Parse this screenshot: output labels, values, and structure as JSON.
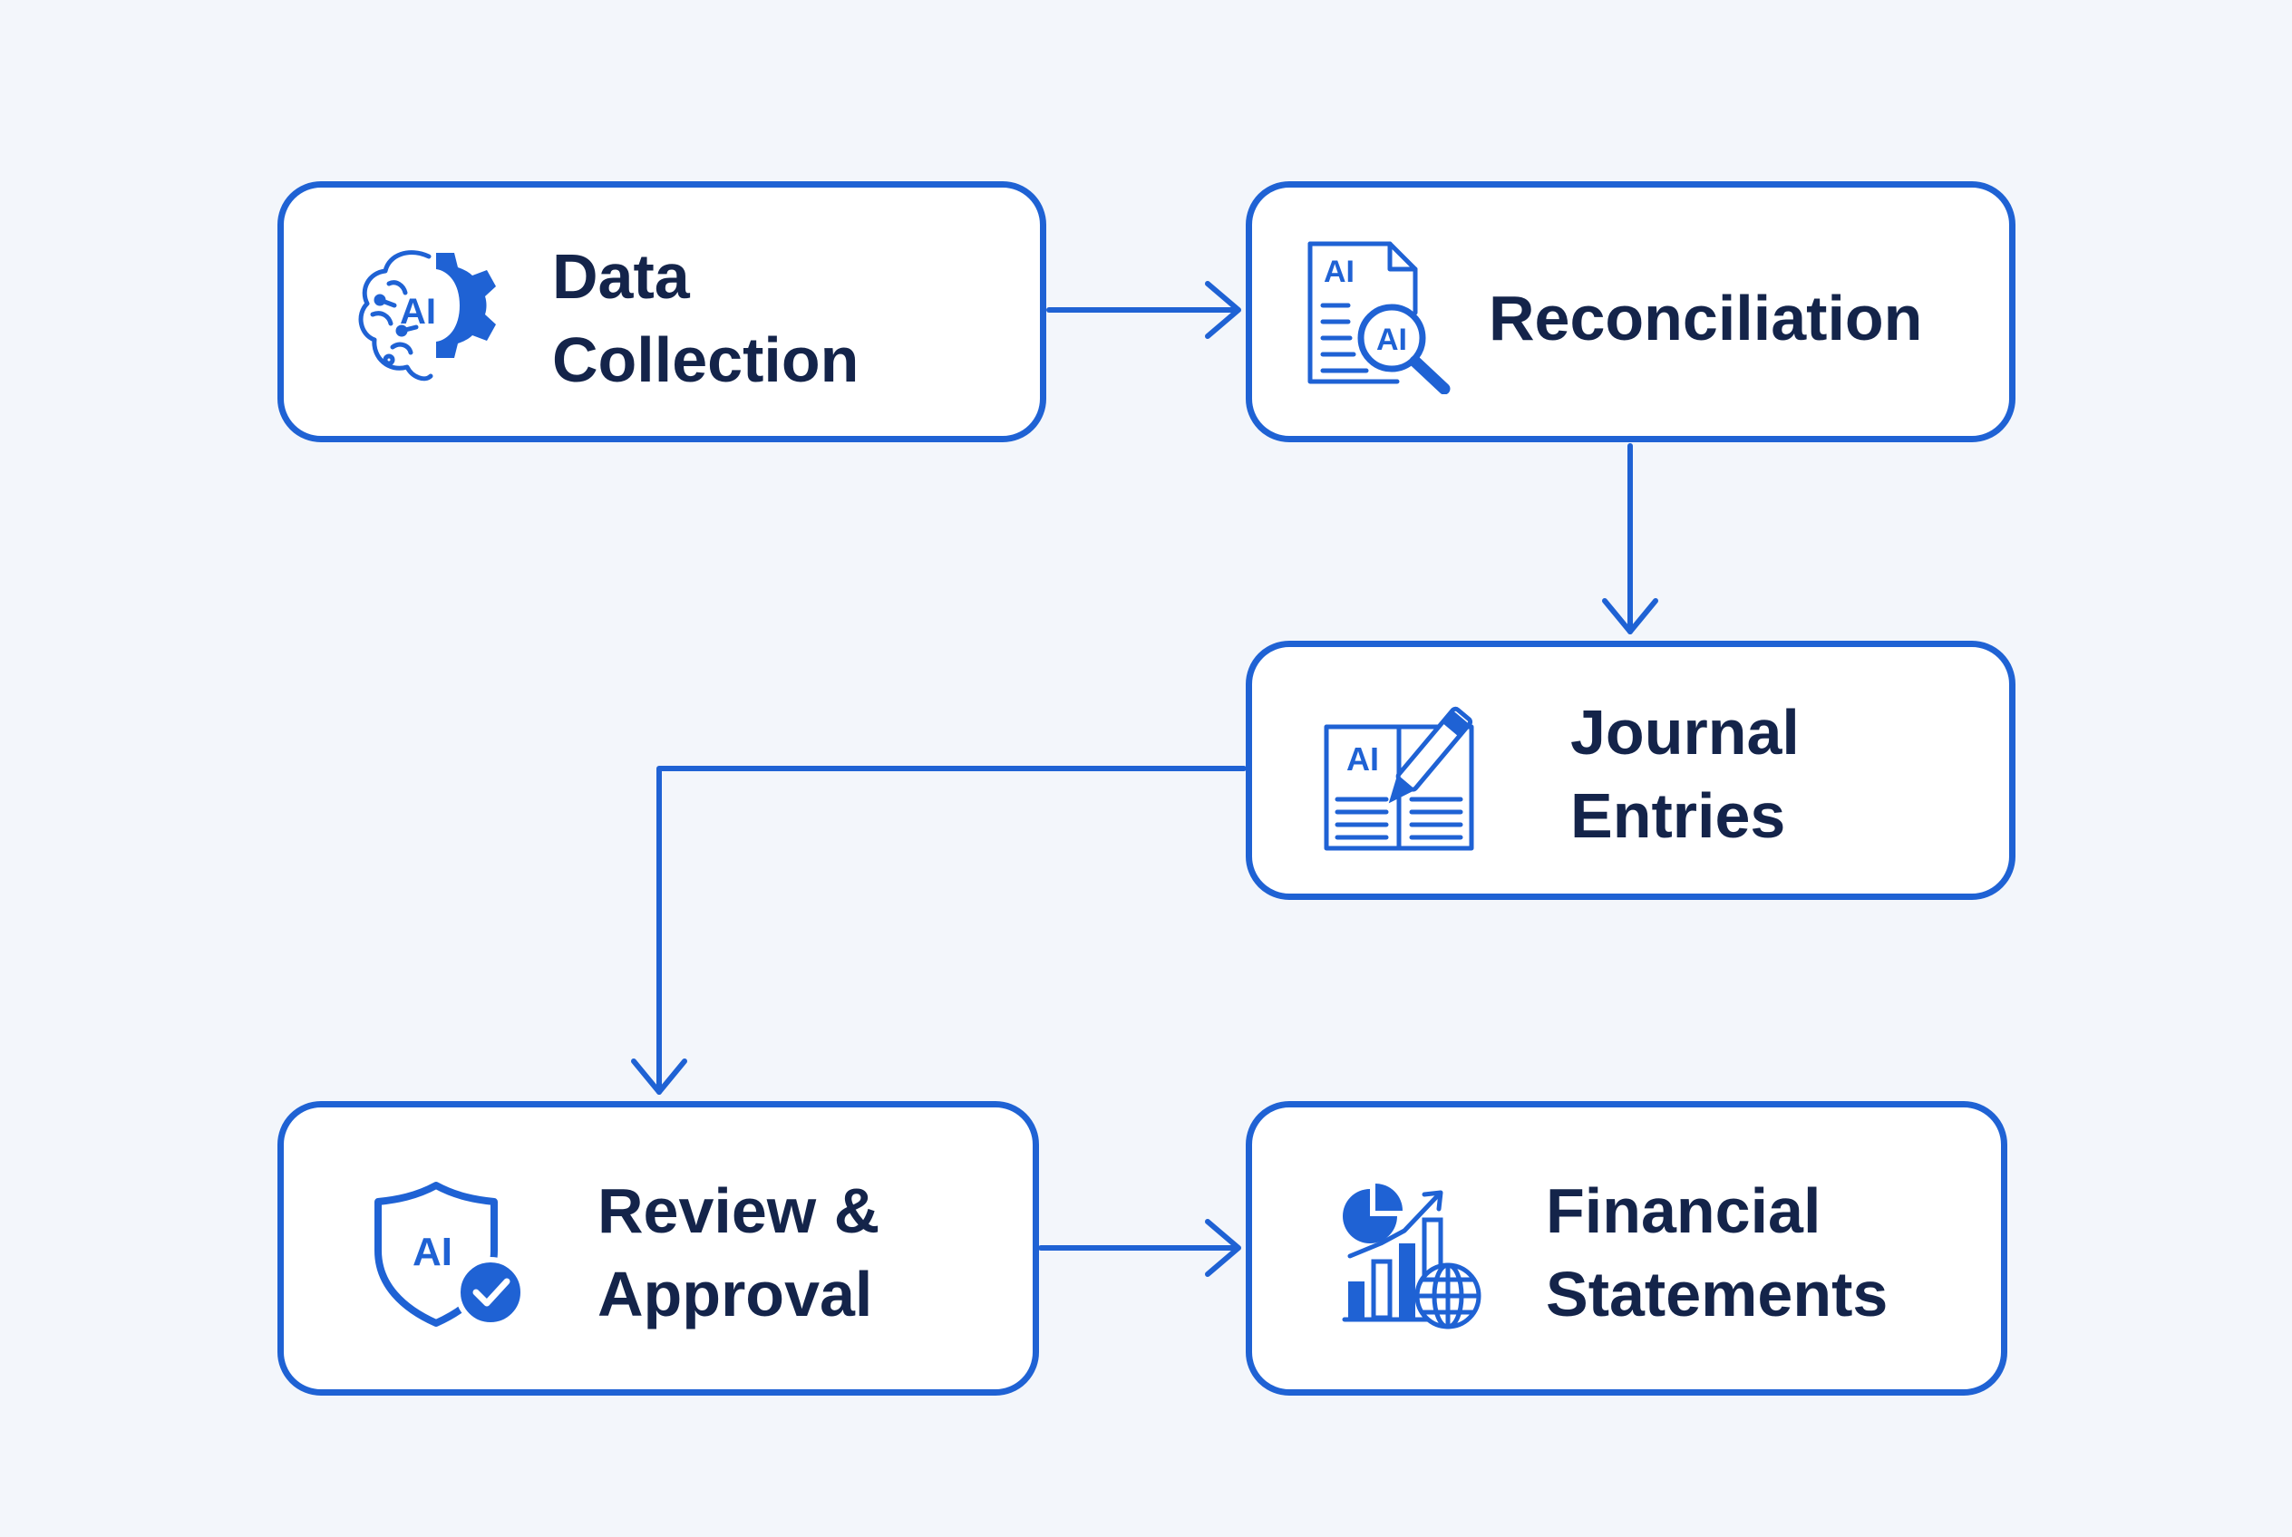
{
  "diagram": {
    "accent_color": "#1f62d4",
    "text_color": "#14244a",
    "background_color": "#f3f6fb",
    "nodes": [
      {
        "id": "data-collection",
        "label": "Data\nCollection",
        "icon": "ai-brain-gear-icon"
      },
      {
        "id": "reconciliation",
        "label": "Reconciliation",
        "icon": "ai-document-magnifier-icon"
      },
      {
        "id": "journal-entries",
        "label": "Journal\nEntries",
        "icon": "ai-ledger-pen-icon"
      },
      {
        "id": "review-approval",
        "label": "Review &\nApproval",
        "icon": "ai-shield-check-icon"
      },
      {
        "id": "financial-statements",
        "label": "Financial\nStatements",
        "icon": "chart-globe-icon"
      }
    ],
    "edges": [
      {
        "from": "data-collection",
        "to": "reconciliation"
      },
      {
        "from": "reconciliation",
        "to": "journal-entries"
      },
      {
        "from": "journal-entries",
        "to": "review-approval"
      },
      {
        "from": "review-approval",
        "to": "financial-statements"
      }
    ],
    "icon_badge_text": "AI"
  }
}
